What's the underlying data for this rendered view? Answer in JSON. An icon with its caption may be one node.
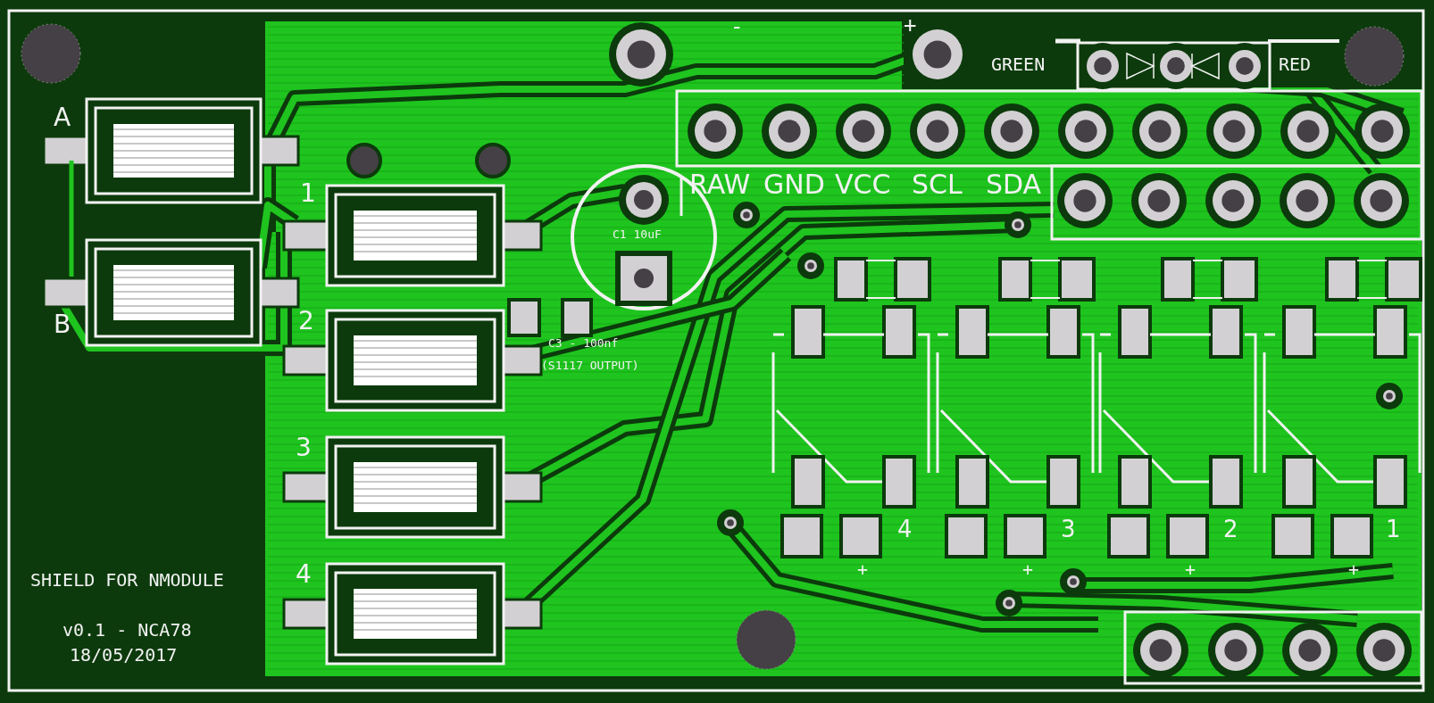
{
  "diagram": {
    "labels": [
      "-",
      "+",
      "GREEN",
      "RED",
      "A",
      "1",
      "RAW",
      "GND",
      "VCC",
      "SCL",
      "SDA",
      "C1 10uF",
      "B",
      "2",
      "C3 - 100nf",
      "(S1117 OUTPUT)",
      "3",
      "4",
      "3",
      "2",
      "1",
      "+",
      "+",
      "+",
      "+",
      "4",
      "SHIELD FOR NMODULE",
      "v0.1 - NCA78",
      "18/05/2017"
    ]
  }
}
